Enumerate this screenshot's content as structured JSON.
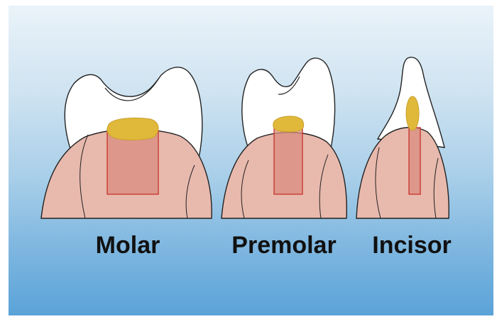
{
  "labels": {
    "molar": "Molar",
    "premolar": "Premolar",
    "incisor": "Incisor"
  },
  "colors": {
    "background_top": "#eaf3f9",
    "background_bottom": "#5aa3d8",
    "enamel": "#ffffff",
    "gum": "#e8b9ad",
    "post": "#d98c80",
    "post_outline": "#c93a30",
    "pulp": "#e0b83a",
    "outline": "#222222",
    "label_text": "#111111"
  }
}
